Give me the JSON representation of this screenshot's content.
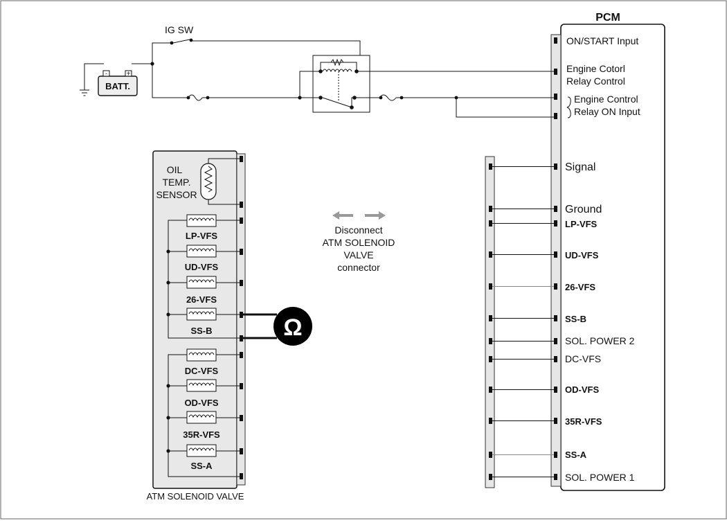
{
  "diagram": {
    "pcm_title": "PCM",
    "ig_switch_label": "IG SW",
    "battery_label": "BATT.",
    "battery_minus": "-",
    "battery_plus": "+",
    "pcm_top_inputs": [
      "ON/START Input",
      "Engine Cotorl",
      "Relay Control",
      "Engine Control",
      "Relay ON Input"
    ],
    "pcm_pins": [
      "Signal",
      "Ground",
      "LP-VFS",
      "UD-VFS",
      "26-VFS",
      "SS-B",
      "SOL. POWER 2",
      "DC-VFS",
      "OD-VFS",
      "35R-VFS",
      "SS-A",
      "SOL. POWER 1"
    ],
    "oil_sensor_label": [
      "OIL",
      "TEMP.",
      "SENSOR"
    ],
    "solenoids": [
      "LP-VFS",
      "UD-VFS",
      "26-VFS",
      "SS-B",
      "DC-VFS",
      "OD-VFS",
      "35R-VFS",
      "SS-A"
    ],
    "valve_caption": "ATM SOLENOID VALVE",
    "disconnect_note": [
      "Disconnect",
      "ATM SOLENOID",
      "VALVE",
      "connector"
    ],
    "ohmmeter_symbol": "Ω"
  }
}
